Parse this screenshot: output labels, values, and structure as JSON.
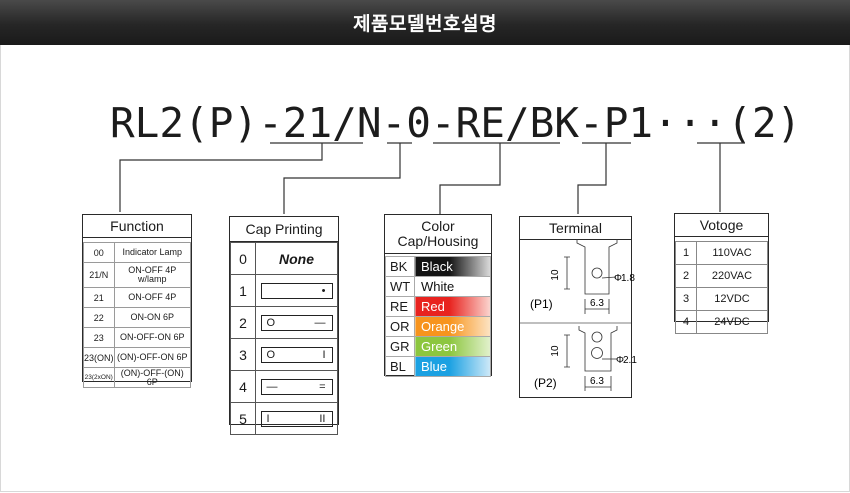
{
  "header": {
    "title": "제품모델번호설명"
  },
  "model_code": {
    "segments": [
      "RL2(P)-",
      "21/N",
      "-",
      "0",
      "-",
      "RE/BK",
      "-",
      "P1",
      " ···",
      "(2)"
    ]
  },
  "function": {
    "title": "Function",
    "rows": [
      {
        "code": "00",
        "desc": "Indicator Lamp"
      },
      {
        "code": "21/N",
        "desc": "ON-OFF  4P\nw/lamp"
      },
      {
        "code": "21",
        "desc": "ON-OFF  4P"
      },
      {
        "code": "22",
        "desc": "ON-ON  6P"
      },
      {
        "code": "23",
        "desc": "ON-OFF-ON  6P"
      },
      {
        "code": "23(ON)",
        "desc": "(ON)-OFF-ON  6P"
      },
      {
        "code": "23(2xON)",
        "desc": "(ON)-OFF-(ON)  6P"
      }
    ]
  },
  "cap_printing": {
    "title": "Cap Printing",
    "rows": [
      {
        "code": "0",
        "label": "None",
        "left": "",
        "right": ""
      },
      {
        "code": "1",
        "label": "",
        "left": "",
        "right": "•"
      },
      {
        "code": "2",
        "label": "",
        "left": "O",
        "right": "—"
      },
      {
        "code": "3",
        "label": "",
        "left": "O",
        "right": "I"
      },
      {
        "code": "4",
        "label": "",
        "left": "—",
        "right": "="
      },
      {
        "code": "5",
        "label": "",
        "left": "I",
        "right": "II"
      }
    ]
  },
  "color": {
    "title_line1": "Color",
    "title_line2": "Cap/Housing",
    "rows": [
      {
        "code": "BK",
        "name": "Black",
        "color": "#141414",
        "fade": "#dcdcdc"
      },
      {
        "code": "WT",
        "name": "White",
        "color": "#ffffff",
        "fade": "#ffffff"
      },
      {
        "code": "RE",
        "name": "Red",
        "color": "#e8231f",
        "fade": "#fbd6d0"
      },
      {
        "code": "OR",
        "name": "Orange",
        "color": "#f7941d",
        "fade": "#fde4c4"
      },
      {
        "code": "GR",
        "name": "Green",
        "color": "#8cc63f",
        "fade": "#e2f1cd"
      },
      {
        "code": "BL",
        "name": "Blue",
        "color": "#1ba1e2",
        "fade": "#cfe9f8"
      }
    ]
  },
  "terminal": {
    "title": "Terminal",
    "p1": {
      "name": "(P1)",
      "height": "10",
      "width": "6.3",
      "hole": "1.8"
    },
    "p2": {
      "name": "(P2)",
      "height": "10",
      "width": "6.3",
      "hole": "2.1"
    }
  },
  "voltage": {
    "title": "Votoge",
    "rows": [
      {
        "code": "1",
        "value": "110VAC"
      },
      {
        "code": "2",
        "value": "220VAC"
      },
      {
        "code": "3",
        "value": "12VDC"
      },
      {
        "code": "4",
        "value": "24VDC"
      }
    ]
  }
}
